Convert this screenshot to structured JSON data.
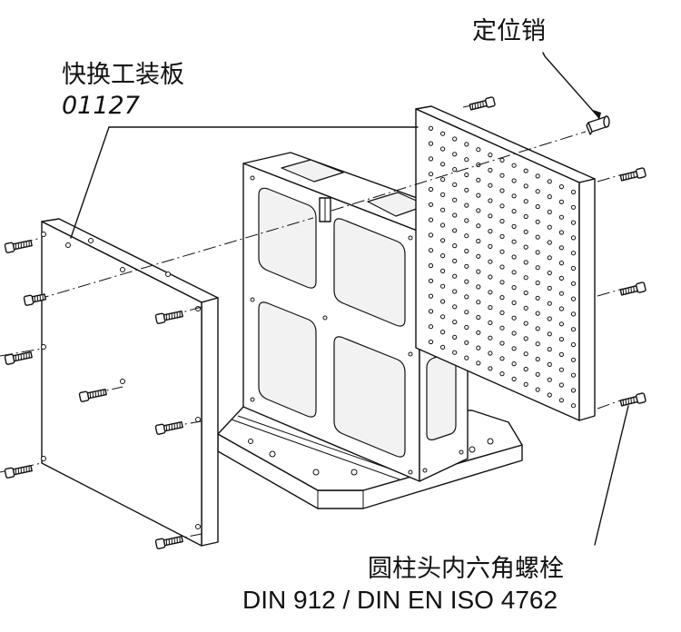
{
  "labels": {
    "locating_pin": "定位销",
    "quick_change_plate": "快换工装板",
    "plate_part_number": "01127",
    "socket_head_bolt": "圆柱头内六角螺栓",
    "bolt_standard": "DIN 912 / DIN EN ISO 4762"
  },
  "colors": {
    "line": "#111111",
    "background": "#ffffff"
  }
}
